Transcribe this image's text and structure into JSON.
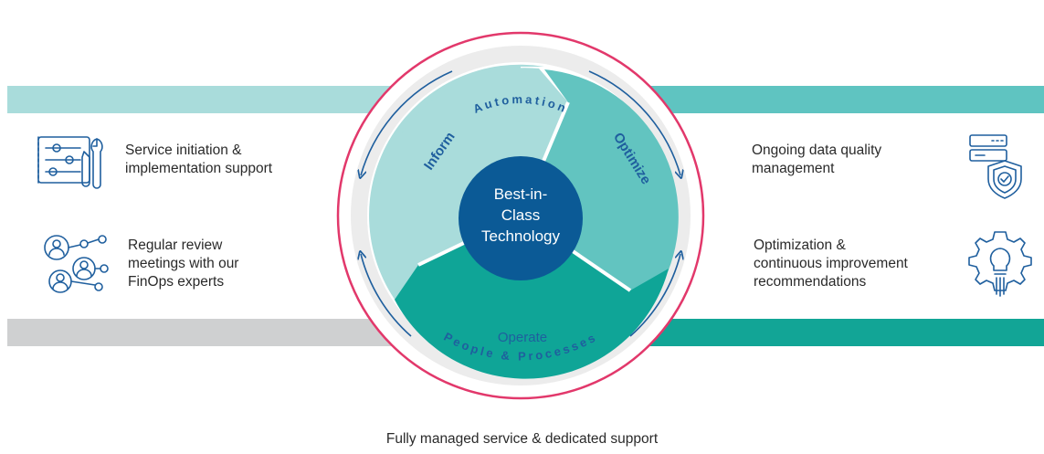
{
  "bands": {
    "top_left_color": "#a9dcdb",
    "top_right_color": "#5fc4c1",
    "bottom_left_color": "#cfd0d1",
    "bottom_right_color": "#12a596"
  },
  "cycle": {
    "outer_top_label": "Automation",
    "outer_bottom_label": "People & Processes",
    "segments": [
      "Inform",
      "Optimize",
      "Operate"
    ],
    "center_lines": [
      "Best-in-",
      "Class",
      "Technology"
    ],
    "ring_color": "#e2386b",
    "center_color": "#0b5a96"
  },
  "features": {
    "left": [
      {
        "icon": "tools-settings-icon",
        "lines": [
          "Service initiation &",
          "implementation support"
        ]
      },
      {
        "icon": "people-network-icon",
        "lines": [
          "Regular review",
          "meetings with our",
          "FinOps experts"
        ]
      }
    ],
    "right": [
      {
        "icon": "server-shield-icon",
        "lines": [
          "Ongoing data quality",
          "management"
        ]
      },
      {
        "icon": "gear-lightbulb-icon",
        "lines": [
          "Optimization &",
          "continuous improvement",
          "recommendations"
        ]
      }
    ]
  },
  "caption": "Fully managed service & dedicated support"
}
